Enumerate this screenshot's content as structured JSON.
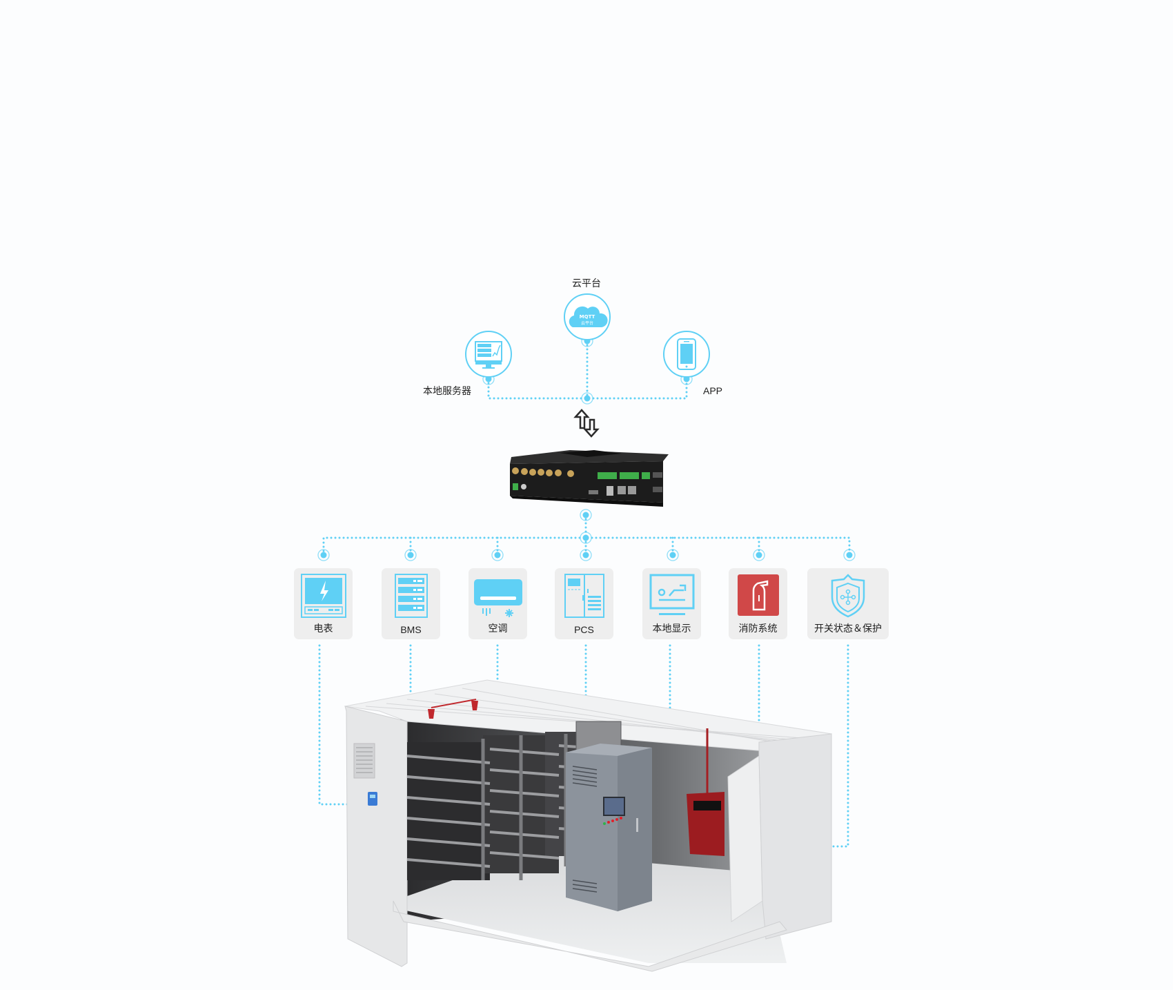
{
  "accent_color": "#5fd0f5",
  "top_nodes": {
    "cloud": {
      "label": "云平台",
      "icon_text_1": "MQTT",
      "icon_text_2": "云平台",
      "icon": "cloud-icon"
    },
    "server": {
      "label": "本地服务器",
      "icon": "monitor-server-icon"
    },
    "app": {
      "label": "APP",
      "icon": "smartphone-icon"
    }
  },
  "gateway": {
    "name": "edge-gateway-device",
    "icon": "bidirectional-arrow-icon"
  },
  "devices": [
    {
      "label": "电表",
      "icon": "power-meter-icon"
    },
    {
      "label": "BMS",
      "icon": "bms-rack-icon"
    },
    {
      "label": "空调",
      "icon": "air-conditioner-icon"
    },
    {
      "label": "PCS",
      "icon": "pcs-cabinet-icon"
    },
    {
      "label": "本地显示",
      "icon": "local-display-icon"
    },
    {
      "label": "消防系统",
      "icon": "fire-extinguisher-icon"
    },
    {
      "label": "开关状态＆保护",
      "icon": "shield-protection-icon"
    }
  ],
  "container": {
    "name": "energy-storage-container"
  }
}
